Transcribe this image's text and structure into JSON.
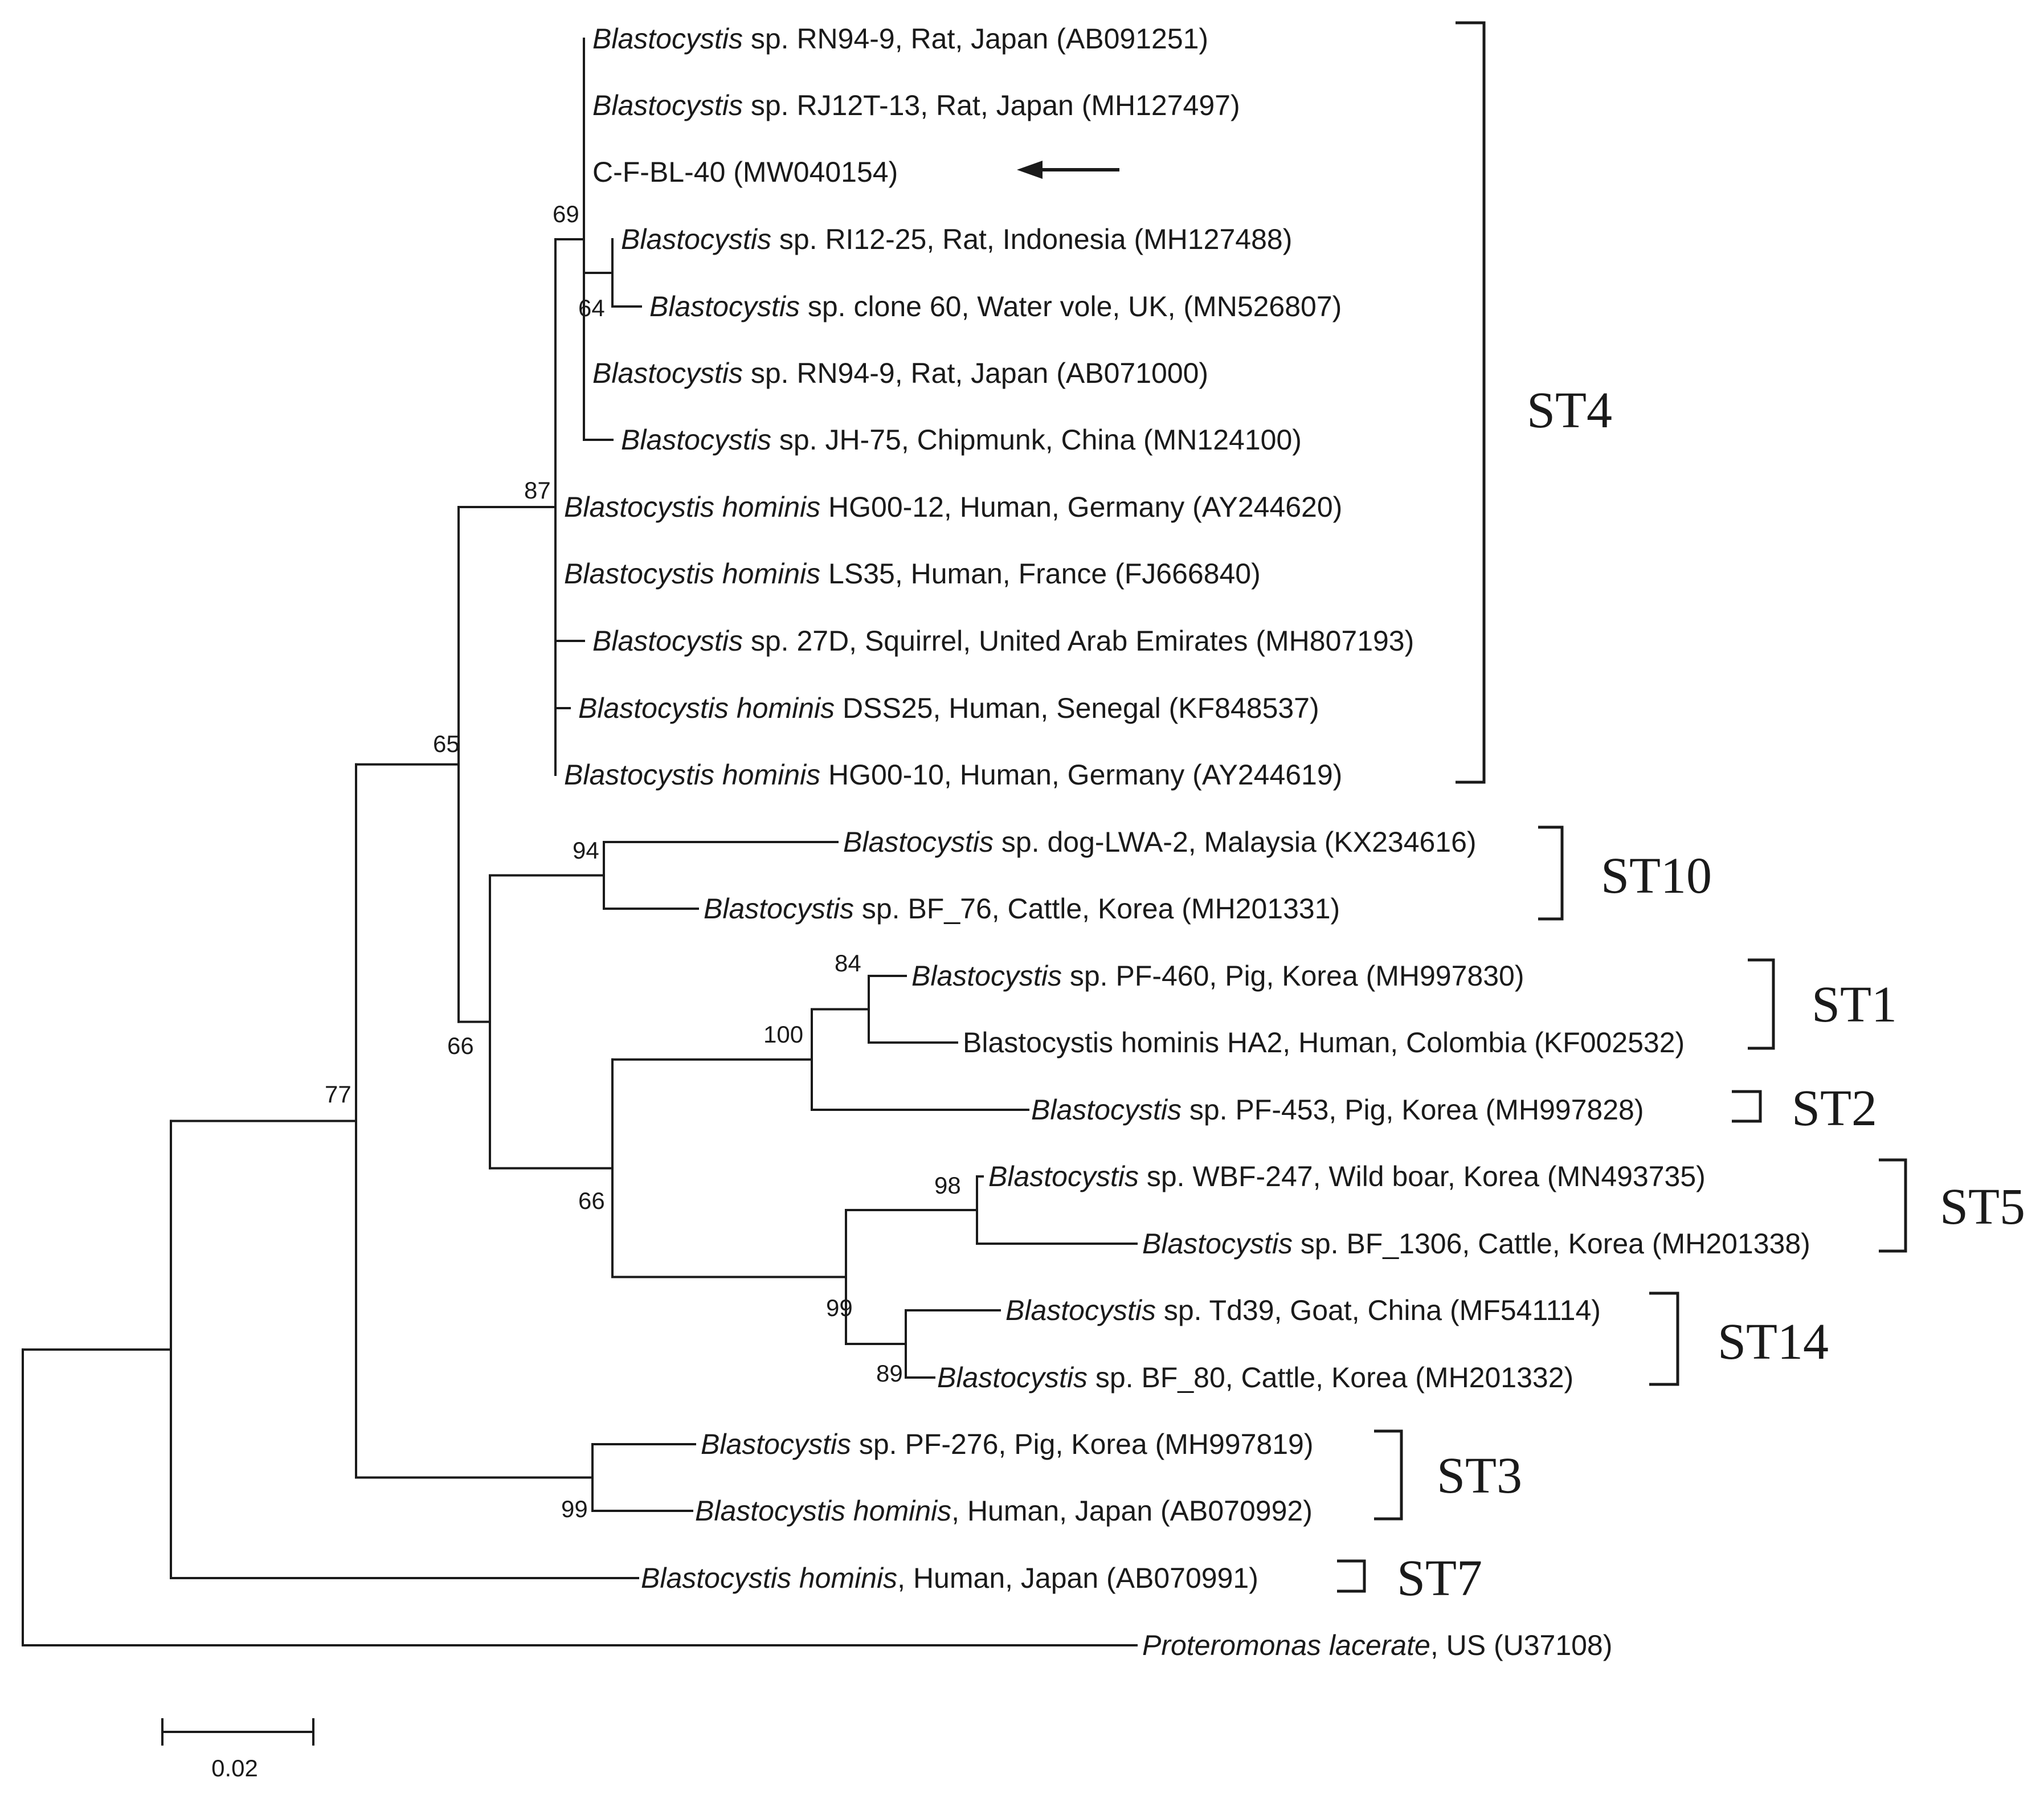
{
  "leaves": [
    {
      "id": "ab091251",
      "italic": "Blastocystis",
      "rest": " sp. RN94-9, Rat, Japan (AB091251)"
    },
    {
      "id": "mh127497",
      "italic": "Blastocystis",
      "rest": " sp. RJ12T-13, Rat, Japan (MH127497)"
    },
    {
      "id": "mw040154",
      "italic": "",
      "rest": "C-F-BL-40 (MW040154)"
    },
    {
      "id": "mh127488",
      "italic": "Blastocystis",
      "rest": " sp. RI12-25, Rat, Indonesia (MH127488)"
    },
    {
      "id": "mn526807",
      "italic": "Blastocystis",
      "rest": " sp. clone 60, Water vole, UK, (MN526807)"
    },
    {
      "id": "ab071000",
      "italic": "Blastocystis",
      "rest": " sp. RN94-9, Rat, Japan (AB071000)"
    },
    {
      "id": "mn124100",
      "italic": "Blastocystis",
      "rest": " sp. JH-75, Chipmunk, China (MN124100)"
    },
    {
      "id": "ay244620",
      "italic": "Blastocystis hominis",
      "rest": " HG00-12, Human, Germany (AY244620)"
    },
    {
      "id": "fj666840",
      "italic": "Blastocystis hominis",
      "rest": " LS35, Human, France (FJ666840)"
    },
    {
      "id": "mh807193",
      "italic": "Blastocystis",
      "rest": " sp. 27D, Squirrel, United Arab Emirates (MH807193)"
    },
    {
      "id": "kf848537",
      "italic": "Blastocystis hominis",
      "rest": " DSS25, Human, Senegal (KF848537)"
    },
    {
      "id": "ay244619",
      "italic": "Blastocystis hominis",
      "rest": " HG00-10, Human, Germany (AY244619)"
    },
    {
      "id": "kx234616",
      "italic": "Blastocystis",
      "rest": " sp. dog-LWA-2, Malaysia (KX234616)"
    },
    {
      "id": "mh201331",
      "italic": "Blastocystis",
      "rest": " sp. BF_76, Cattle, Korea (MH201331)"
    },
    {
      "id": "mh997830",
      "italic": "Blastocystis",
      "rest": " sp. PF-460, Pig, Korea (MH997830)"
    },
    {
      "id": "kf002532",
      "italic": "",
      "rest": "Blastocystis hominis HA2, Human, Colombia (KF002532)"
    },
    {
      "id": "mh997828",
      "italic": "Blastocystis",
      "rest": " sp. PF-453, Pig, Korea (MH997828)"
    },
    {
      "id": "mn493735",
      "italic": "Blastocystis",
      "rest": " sp. WBF-247, Wild boar, Korea (MN493735)"
    },
    {
      "id": "mh201338",
      "italic": "Blastocystis",
      "rest": " sp. BF_1306, Cattle, Korea (MH201338)"
    },
    {
      "id": "mf541114",
      "italic": "Blastocystis",
      "rest": " sp. Td39, Goat, China (MF541114)"
    },
    {
      "id": "mh201332",
      "italic": "Blastocystis",
      "rest": " sp. BF_80, Cattle, Korea (MH201332)"
    },
    {
      "id": "mh997819",
      "italic": "Blastocystis",
      "rest": " sp. PF-276, Pig, Korea (MH997819)"
    },
    {
      "id": "ab070992",
      "italic": "Blastocystis hominis",
      "rest": ", Human, Japan (AB070992)"
    },
    {
      "id": "ab070991",
      "italic": "Blastocystis hominis",
      "rest": ", Human, Japan (AB070991)"
    },
    {
      "id": "u37108",
      "italic": "Proteromonas lacerate",
      "rest": ", US (U37108)"
    }
  ],
  "bootstrap": {
    "st4_inner": "69",
    "rat_indonesia_vole": "64",
    "st4": "87",
    "st4_st10_etc": "65",
    "st10": "94",
    "st1": "84",
    "st1_st2": "100",
    "st10_vs_rest": "66",
    "st1_st2_st5_st14": "66",
    "st5": "98",
    "st5_st14": "99",
    "st14": "89",
    "ingroup": "77",
    "st3": "99"
  },
  "clades": {
    "st4": "ST4",
    "st10": "ST10",
    "st1": "ST1",
    "st2": "ST2",
    "st5": "ST5",
    "st14": "ST14",
    "st3": "ST3",
    "st7": "ST7"
  },
  "scale_bar": {
    "value": 0.02,
    "label": "0.02"
  },
  "highlighted_leaf": "mw040154",
  "colors": {
    "ink": "#1a1a1a",
    "background": "#ffffff"
  }
}
